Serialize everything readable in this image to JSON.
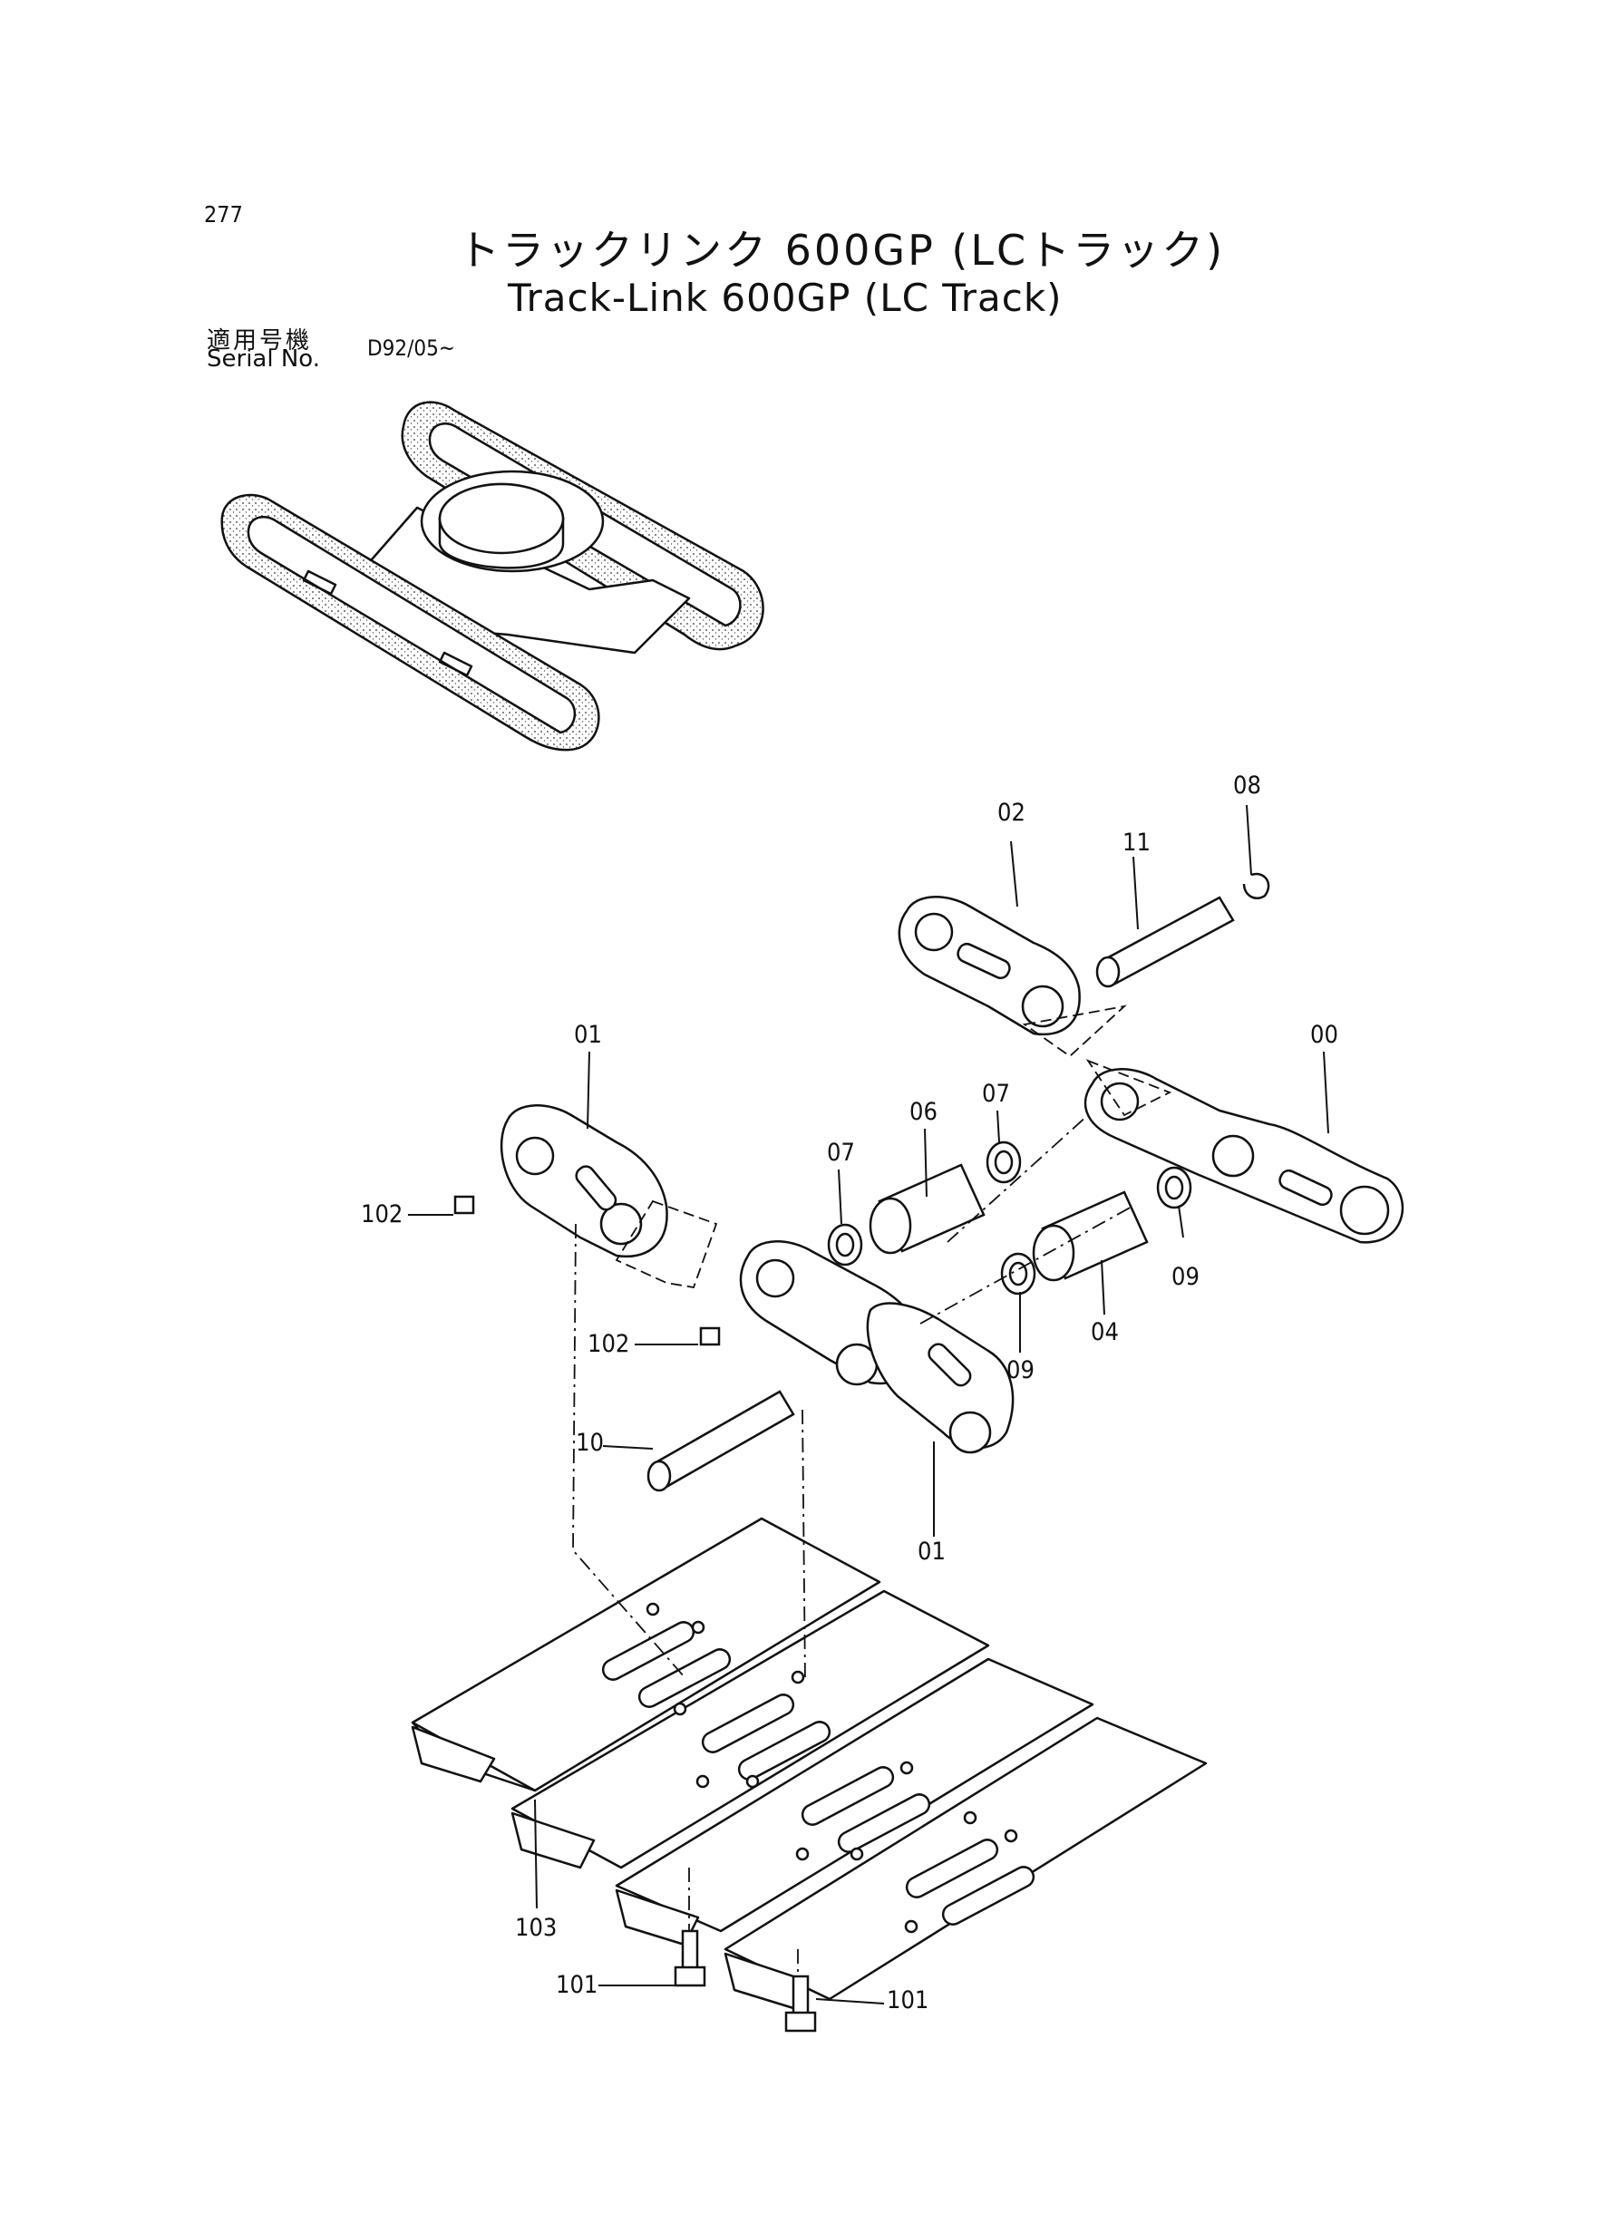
{
  "page_number": "277",
  "title_jp": "トラックリンク 600GP (LCトラック)",
  "title_en": "Track-Link 600GP (LC Track)",
  "serial": {
    "label_jp": "適用号機",
    "label_en": "Serial No.",
    "value": "D92/05~"
  },
  "callouts": {
    "c00": "00",
    "c01_top": "01",
    "c01_bottom": "01",
    "c02": "02",
    "c04": "04",
    "c06": "06",
    "c07_left": "07",
    "c07_right": "07",
    "c08": "08",
    "c09_left": "09",
    "c09_right": "09",
    "c10": "10",
    "c11": "11",
    "c101_left": "101",
    "c101_right": "101",
    "c102_top": "102",
    "c102_bottom": "102",
    "c103": "103"
  }
}
